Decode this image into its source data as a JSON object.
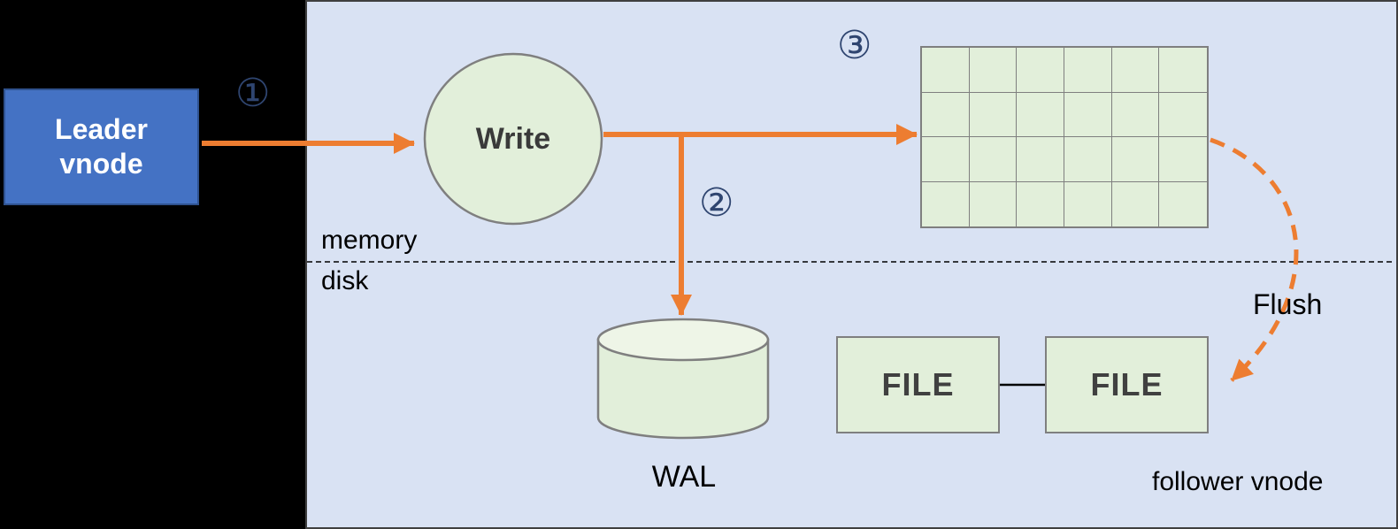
{
  "diagram": {
    "leader": {
      "line1": "Leader",
      "line2": "vnode"
    },
    "steps": {
      "one": "①",
      "two": "②",
      "three": "③"
    },
    "write_label": "Write",
    "memory_label": "memory",
    "disk_label": "disk",
    "wal_label": "WAL",
    "file_left_label": "FILE",
    "file_right_label": "FILE",
    "flush_label": "Flush",
    "follower_label": "follower vnode",
    "colors": {
      "panel_bg": "#d9e2f3",
      "leader_fill": "#4472c4",
      "leader_border": "#2f528f",
      "shape_fill": "#e2efda",
      "shape_border": "#7f7f7f",
      "arrow_orange": "#ed7d31",
      "number_text": "#2f4570"
    }
  }
}
